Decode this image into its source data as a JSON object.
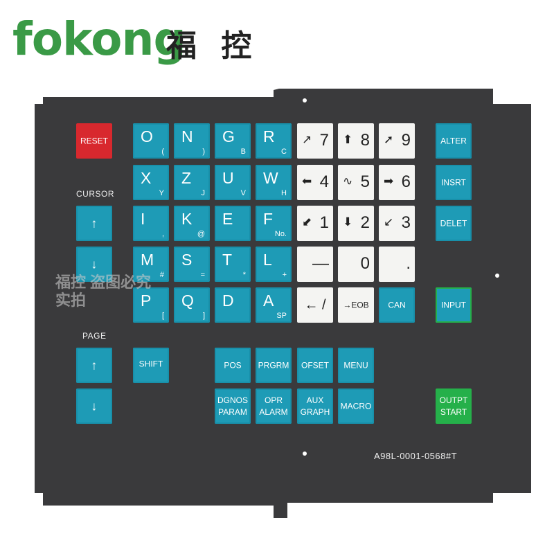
{
  "logo": {
    "brand": "fokong",
    "brand_cn": "福 控"
  },
  "watermark": {
    "line1": "福控 盗图必究",
    "line2": "实拍"
  },
  "labels": {
    "cursor": "CURSOR",
    "page": "PAGE",
    "part_number": "A98L-0001-0568#T"
  },
  "keys": {
    "reset": "RESET",
    "cursor_up": "↑",
    "cursor_down": "↓",
    "page_up": "↑",
    "page_down": "↓",
    "alpha": [
      {
        "main": "O",
        "sub": "("
      },
      {
        "main": "N",
        "sub": ")"
      },
      {
        "main": "G",
        "sub": "B"
      },
      {
        "main": "R",
        "sub": "C"
      },
      {
        "main": "X",
        "sub": "Y"
      },
      {
        "main": "Z",
        "sub": "J"
      },
      {
        "main": "U",
        "sub": "V"
      },
      {
        "main": "W",
        "sub": "H"
      },
      {
        "main": "I",
        "sub": ","
      },
      {
        "main": "K",
        "sub": "@"
      },
      {
        "main": "E",
        "sub": ""
      },
      {
        "main": "F",
        "sub": "No."
      },
      {
        "main": "M",
        "sub": "#"
      },
      {
        "main": "S",
        "sub": "="
      },
      {
        "main": "T",
        "sub": "*"
      },
      {
        "main": "L",
        "sub": "+"
      },
      {
        "main": "P",
        "sub": "["
      },
      {
        "main": "Q",
        "sub": "]"
      },
      {
        "main": "D",
        "sub": ""
      },
      {
        "main": "A",
        "sub": "SP"
      }
    ],
    "numeric": [
      {
        "arrow": "↗",
        "num": "7"
      },
      {
        "arrow": "⬆",
        "num": "8"
      },
      {
        "arrow": "➚",
        "num": "9"
      },
      {
        "arrow": "⬅",
        "num": "4"
      },
      {
        "arrow": "∿",
        "num": "5"
      },
      {
        "arrow": "➡",
        "num": "6"
      },
      {
        "arrow": "⬋",
        "num": "1"
      },
      {
        "arrow": "⬇",
        "num": "2"
      },
      {
        "arrow": "↙",
        "num": "3"
      },
      {
        "arrow": "",
        "num": "—"
      },
      {
        "arrow": "",
        "num": "0"
      },
      {
        "arrow": "",
        "num": "."
      }
    ],
    "slash": "← /",
    "eob": "→EOB",
    "can": "CAN",
    "alter": "ALTER",
    "insrt": "INSRT",
    "delet": "DELET",
    "input": "INPUT",
    "shift": "SHIFT",
    "pos": "POS",
    "prgrm": "PRGRM",
    "ofset": "OFSET",
    "menu": "MENU",
    "dgnos": "DGNOS",
    "param": "PARAM",
    "opr": "OPR",
    "alarm": "ALARM",
    "aux": "AUX",
    "graph": "GRAPH",
    "macro": "MACRO",
    "outpt": "OUTPT",
    "start": "START"
  },
  "colors": {
    "panel": "#3a3a3c",
    "blue": "#1e9bb6",
    "red": "#d8282e",
    "green": "#25b04a",
    "logo": "#3a9a46"
  }
}
